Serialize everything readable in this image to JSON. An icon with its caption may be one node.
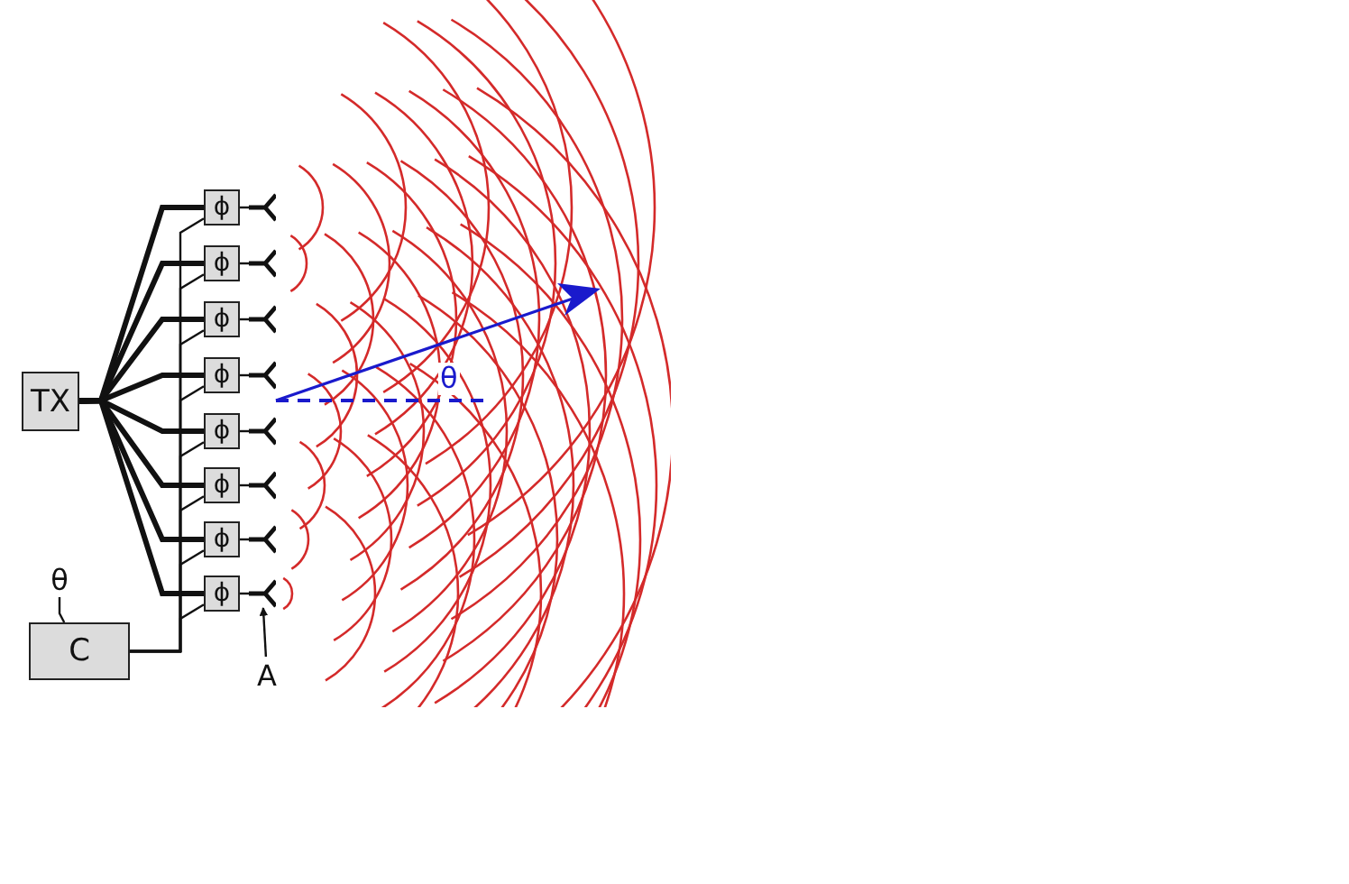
{
  "diagram": {
    "nodes": [
      {
        "text": [
          "TX"
        ]
      },
      {
        "text": [
          "ϕ"
        ]
      },
      {
        "text": [
          "ϕ"
        ]
      },
      {
        "text": [
          "ϕ"
        ]
      },
      {
        "text": [
          "ϕ"
        ]
      },
      {
        "text": [
          "ϕ"
        ]
      },
      {
        "text": [
          "ϕ"
        ]
      },
      {
        "text": [
          "ϕ"
        ]
      },
      {
        "text": [
          "ϕ"
        ]
      },
      {
        "text": [
          "C"
        ]
      },
      {
        "text": [],
        "shape": "antenna"
      },
      {
        "text": [],
        "shape": "antenna"
      },
      {
        "text": [],
        "shape": "antenna"
      },
      {
        "text": [],
        "shape": "antenna"
      },
      {
        "text": [],
        "shape": "antenna"
      },
      {
        "text": [],
        "shape": "antenna"
      },
      {
        "text": [],
        "shape": "antenna"
      },
      {
        "text": [],
        "shape": "antenna"
      },
      {
        "text": [
          "A"
        ]
      },
      {
        "text": [
          "θ"
        ]
      }
    ],
    "edges": [
      {
        "from": 0,
        "to": 1,
        "arrow": "none",
        "style": "thick"
      },
      {
        "from": 0,
        "to": 2,
        "arrow": "none",
        "style": "thick"
      },
      {
        "from": 0,
        "to": 3,
        "arrow": "none",
        "style": "thick"
      },
      {
        "from": 0,
        "to": 4,
        "arrow": "none",
        "style": "thick"
      },
      {
        "from": 0,
        "to": 5,
        "arrow": "none",
        "style": "thick"
      },
      {
        "from": 0,
        "to": 6,
        "arrow": "none",
        "style": "thick"
      },
      {
        "from": 0,
        "to": 7,
        "arrow": "none",
        "style": "thick"
      },
      {
        "from": 0,
        "to": 8,
        "arrow": "none",
        "style": "thick"
      },
      {
        "from": 1,
        "to": 10,
        "arrow": "none"
      },
      {
        "from": 2,
        "to": 11,
        "arrow": "none"
      },
      {
        "from": 3,
        "to": 12,
        "arrow": "none"
      },
      {
        "from": 4,
        "to": 13,
        "arrow": "none"
      },
      {
        "from": 5,
        "to": 14,
        "arrow": "none"
      },
      {
        "from": 6,
        "to": 15,
        "arrow": "none"
      },
      {
        "from": 7,
        "to": 16,
        "arrow": "none"
      },
      {
        "from": 8,
        "to": 17,
        "arrow": "none"
      },
      {
        "from": 9,
        "to": 1,
        "arrow": "none"
      },
      {
        "from": 9,
        "to": 2,
        "arrow": "none"
      },
      {
        "from": 9,
        "to": 3,
        "arrow": "none"
      },
      {
        "from": 9,
        "to": 4,
        "arrow": "none"
      },
      {
        "from": 9,
        "to": 5,
        "arrow": "none"
      },
      {
        "from": 9,
        "to": 6,
        "arrow": "none"
      },
      {
        "from": 9,
        "to": 7,
        "arrow": "none"
      },
      {
        "from": 9,
        "to": 8,
        "arrow": "none"
      },
      {
        "from": 18,
        "to": 17,
        "arrow": "to"
      },
      {
        "from": 19,
        "to": 9,
        "arrow": "none"
      }
    ],
    "labels": [
      "θ"
    ]
  }
}
